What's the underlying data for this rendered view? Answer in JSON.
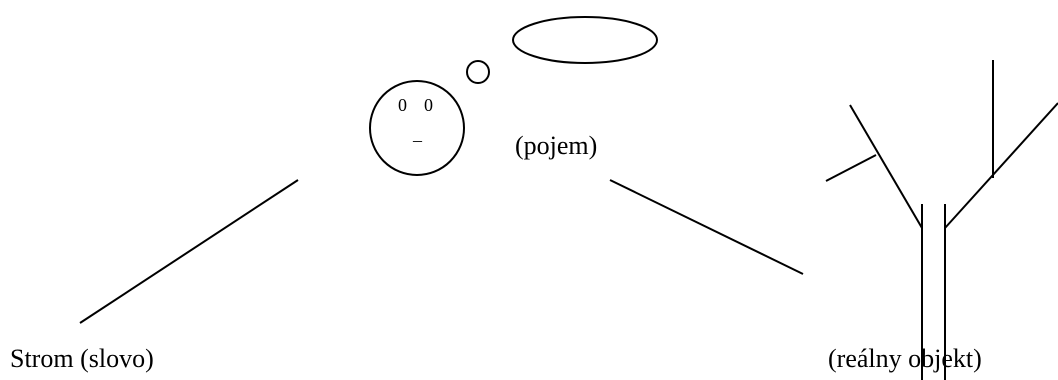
{
  "labels": {
    "word": "Strom (slovo)",
    "concept": "(pojem)",
    "object": "(reálny objekt)"
  },
  "face": {
    "left_eye": "0",
    "right_eye": "0",
    "mouth": "–"
  },
  "colors": {
    "ink": "#000000",
    "background": "#ffffff"
  }
}
